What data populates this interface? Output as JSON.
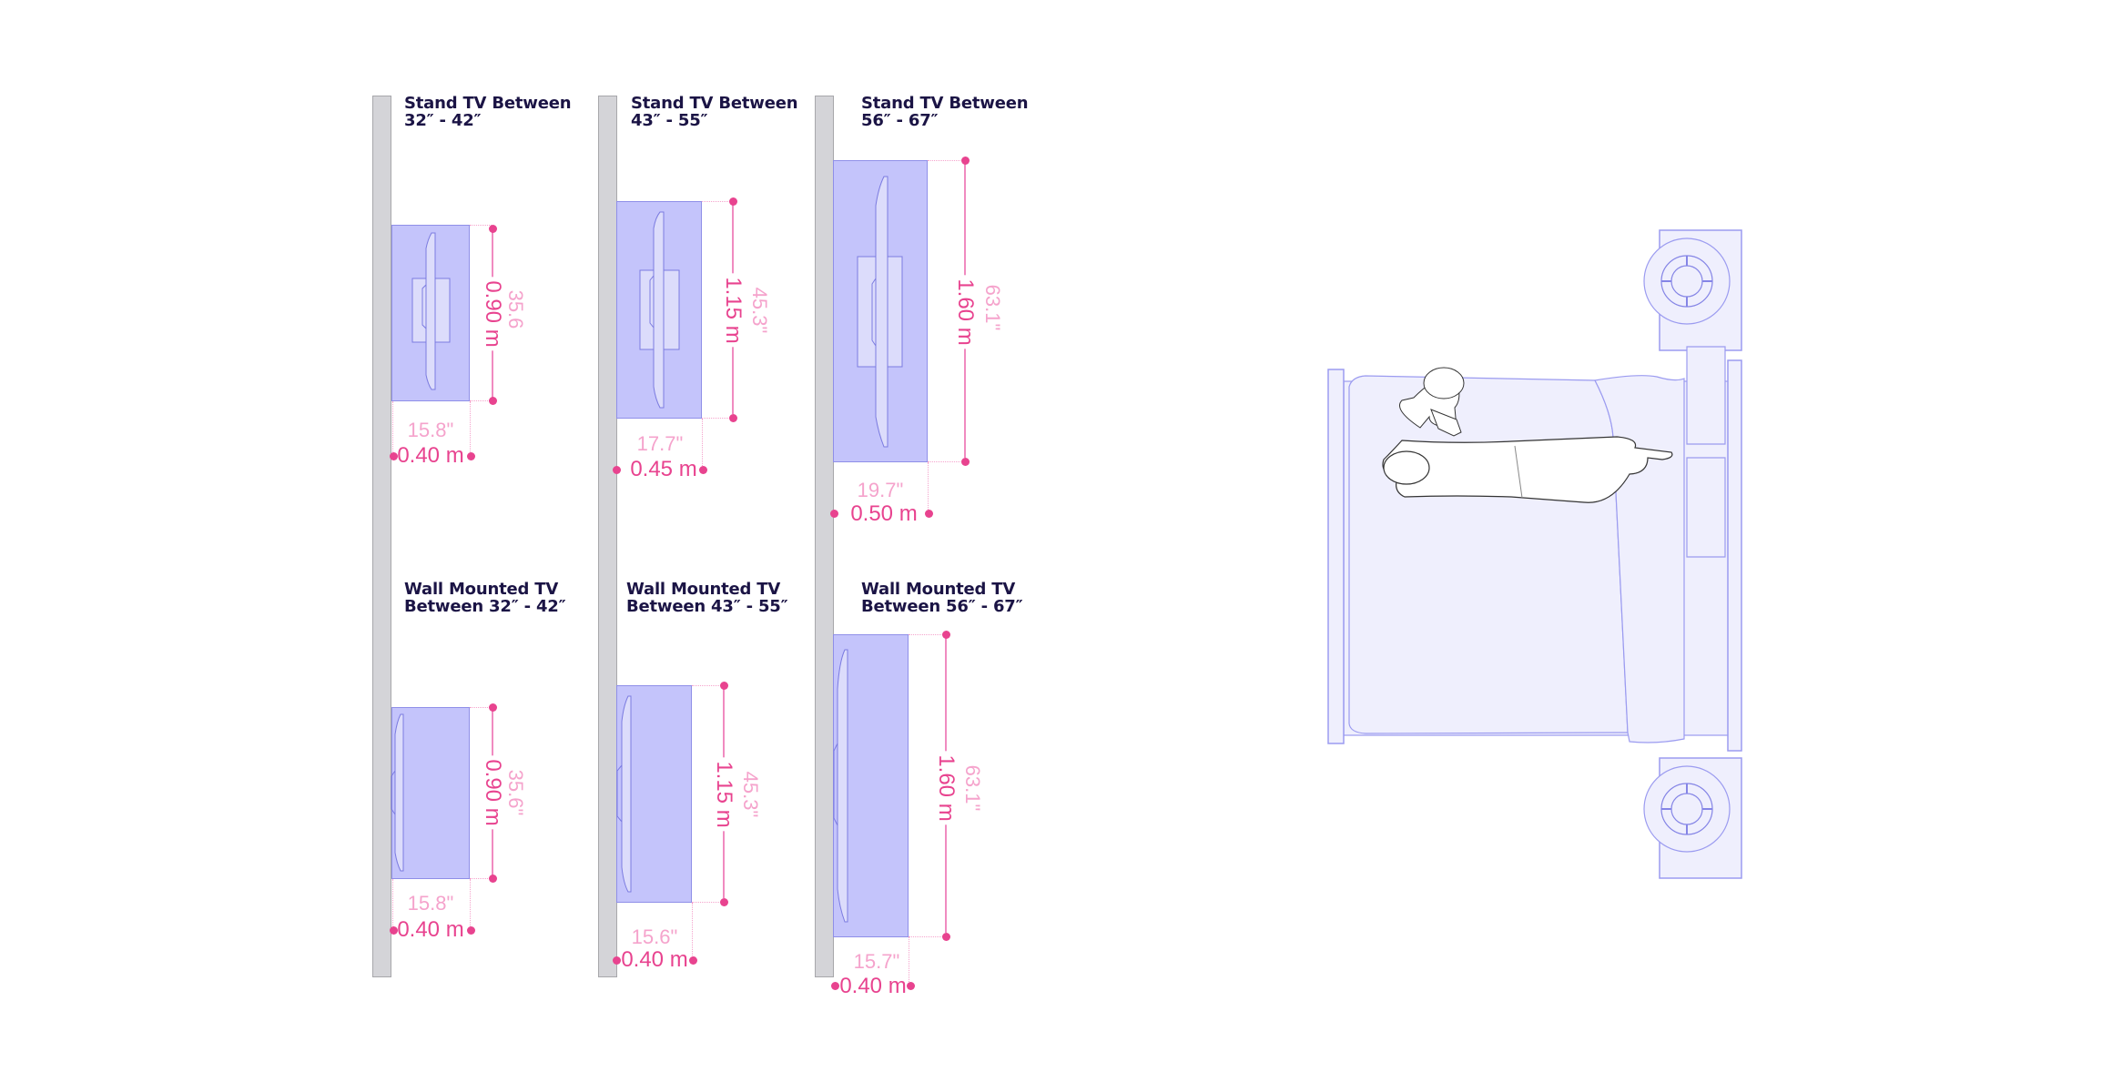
{
  "diagram": {
    "type": "tv-viewing-clearance-elevations",
    "colors": {
      "wall_fill": "#d4d4d8",
      "zone_fill": "#c4c4fb",
      "zone_stroke": "#8f8fe8",
      "metric_text": "#e8438f",
      "imperial_text": "#f5a3cc",
      "title_text": "#1b1445",
      "furniture_fill": "#efeffd",
      "furniture_stroke": "#9b9bf0"
    },
    "columns": [
      {
        "stand": {
          "title_line1": "Stand TV Between",
          "title_line2": "32″ - 42″",
          "height_metric": "0.90 m",
          "height_imperial": "35.6",
          "depth_metric": "0.40 m",
          "depth_imperial": "15.8\""
        },
        "wall": {
          "title_line1": "Wall Mounted TV",
          "title_line2": "Between 32″ - 42″",
          "height_metric": "0.90 m",
          "height_imperial": "35.6\"",
          "depth_metric": "0.40 m",
          "depth_imperial": "15.8\""
        }
      },
      {
        "stand": {
          "title_line1": "Stand TV Between",
          "title_line2": "43″ - 55″",
          "height_metric": "1.15 m",
          "height_imperial": "45.3\"",
          "depth_metric": "0.45 m",
          "depth_imperial": "17.7\""
        },
        "wall": {
          "title_line1": "Wall Mounted TV",
          "title_line2": "Between 43″ - 55″",
          "height_metric": "1.15 m",
          "height_imperial": "45.3\"",
          "depth_metric": "0.40 m",
          "depth_imperial": "15.6\""
        }
      },
      {
        "stand": {
          "title_line1": "Stand TV Between",
          "title_line2": "56″ - 67″",
          "height_metric": "1.60 m",
          "height_imperial": "63.1\"",
          "depth_metric": "0.50 m",
          "depth_imperial": "19.7\""
        },
        "wall": {
          "title_line1": "Wall Mounted TV",
          "title_line2": "Between 56″ - 67″",
          "height_metric": "1.60 m",
          "height_imperial": "63.1\"",
          "depth_metric": "0.40 m",
          "depth_imperial": "15.7\""
        }
      }
    ],
    "bedroom_plan": {
      "elements": [
        "bed",
        "headboard",
        "footboard",
        "pillow",
        "pillow",
        "duvet",
        "adult-figure",
        "child-figure",
        "nightstand",
        "nightstand",
        "lamp",
        "lamp"
      ]
    }
  }
}
